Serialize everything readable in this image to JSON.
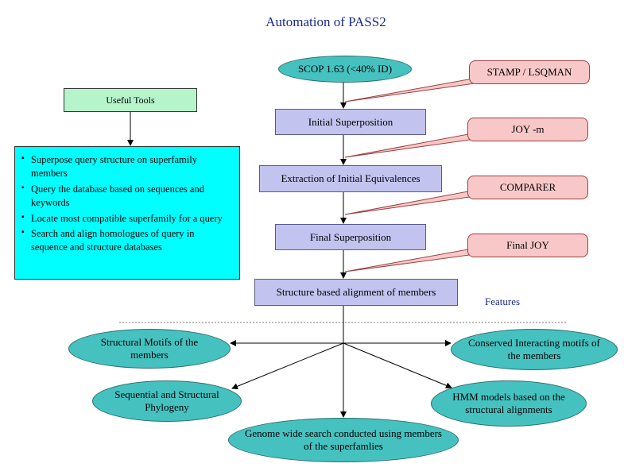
{
  "title": "Automation of PASS2",
  "pipeline": {
    "start": "SCOP 1.63 (<40% ID)",
    "steps": [
      "Initial Superposition",
      "Extraction of Initial Equivalences",
      "Final Superposition",
      "Structure based alignment of members"
    ]
  },
  "tools_callouts": [
    "STAMP / LSQMAN",
    "JOY -m",
    "COMPARER",
    "Final  JOY"
  ],
  "useful_tools": {
    "title": "Useful Tools",
    "items": [
      "Superpose query structure  on superfamily members",
      "Query the database based on  sequences and keywords",
      "Locate most compatible   superfamily for a query",
      " Search and align homologues of  query in sequence and structure  databases"
    ]
  },
  "features_label": "Features",
  "features": [
    "Structural Motifs of the members",
    "Conserved Interacting motifs of the members",
    "Sequential and Structural Phylogeny",
    "HMM models based on the structural alignments",
    "Genome wide search conducted using members of the superfamlies"
  ],
  "colors": {
    "title": "#1a2a8c",
    "step_fill": "#c3c3f0",
    "callout_fill": "#f8c8c8",
    "feature_fill": "#45c2c0",
    "tools_title_fill": "#b6f5cc",
    "tools_list_fill": "#00ffff"
  }
}
